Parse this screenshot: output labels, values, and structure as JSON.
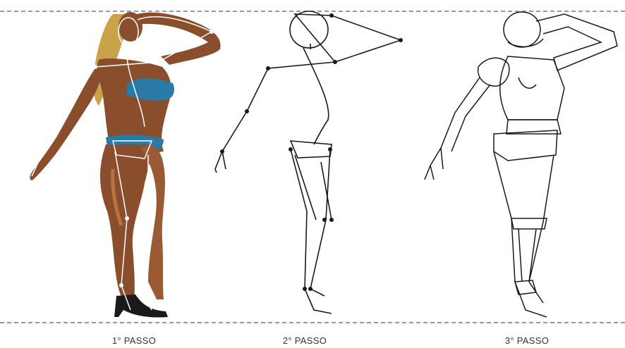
{
  "steps": [
    {
      "label": "1° PASSO"
    },
    {
      "label": "2° PASSO"
    },
    {
      "label": "3° PASSO"
    }
  ],
  "colors": {
    "guide_line": "#9a9a9a",
    "skin": "#8a4e2c",
    "skin_highlight": "#b8743f",
    "hair": "#c9a24a",
    "bikini": "#2a7aa8",
    "shoe": "#1a1a1a",
    "line_art": "#1a1a1a",
    "joint_overlay": "#ffffff"
  }
}
